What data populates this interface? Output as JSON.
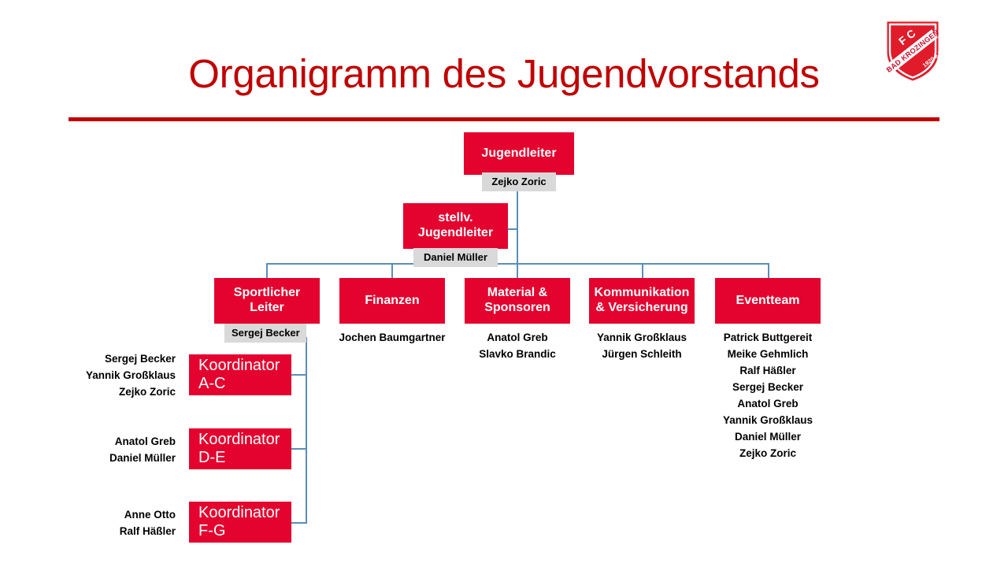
{
  "slide": {
    "title": "Organigramm des Jugendvorstands",
    "accent_red": "#C00000",
    "box_red": "#E3032E",
    "badge_grey": "#D9D9D9",
    "connector_blue": "#5B8DB8"
  },
  "logo": {
    "name": "fc-bad-krozingen-crest",
    "line_top": "F C",
    "line_band": "BAD KROZINGEN",
    "line_bottom": "1920 e.V."
  },
  "chart": {
    "root": {
      "title": "Jugendleiter",
      "badge": "Zejko Zoric"
    },
    "deputy": {
      "title_line1": "stellv.",
      "title_line2": "Jugendleiter",
      "badge": "Daniel Müller"
    },
    "departments": [
      {
        "title_line1": "Sportlicher",
        "title_line2": "Leiter",
        "badge": "Sergej Becker",
        "members": []
      },
      {
        "title_line1": "Finanzen",
        "title_line2": "",
        "badge": "",
        "members": [
          "Jochen Baumgartner"
        ]
      },
      {
        "title_line1": "Material &",
        "title_line2": "Sponsoren",
        "badge": "",
        "members": [
          "Anatol Greb",
          "Slavko Brandic"
        ]
      },
      {
        "title_line1": "Kommunikation",
        "title_line2": "& Versicherung",
        "badge": "",
        "members": [
          "Yannik Großklaus",
          "Jürgen Schleith"
        ]
      },
      {
        "title_line1": "Eventteam",
        "title_line2": "",
        "badge": "",
        "members": [
          "Patrick Buttgereit",
          "Meike Gehmlich",
          "Ralf Häßler",
          "Sergej Becker",
          "Anatol Greb",
          "Yannik Großklaus",
          "Daniel Müller",
          "Zejko Zoric"
        ]
      }
    ],
    "coordinators": [
      {
        "title": "Koordinator A-C",
        "members": [
          "Sergej Becker",
          "Yannik Großklaus",
          "Zejko Zoric"
        ]
      },
      {
        "title": "Koordinator D-E",
        "members": [
          "Anatol Greb",
          "Daniel Müller"
        ]
      },
      {
        "title": "Koordinator F-G",
        "members": [
          "Anne Otto",
          "Ralf Häßler"
        ]
      }
    ]
  }
}
